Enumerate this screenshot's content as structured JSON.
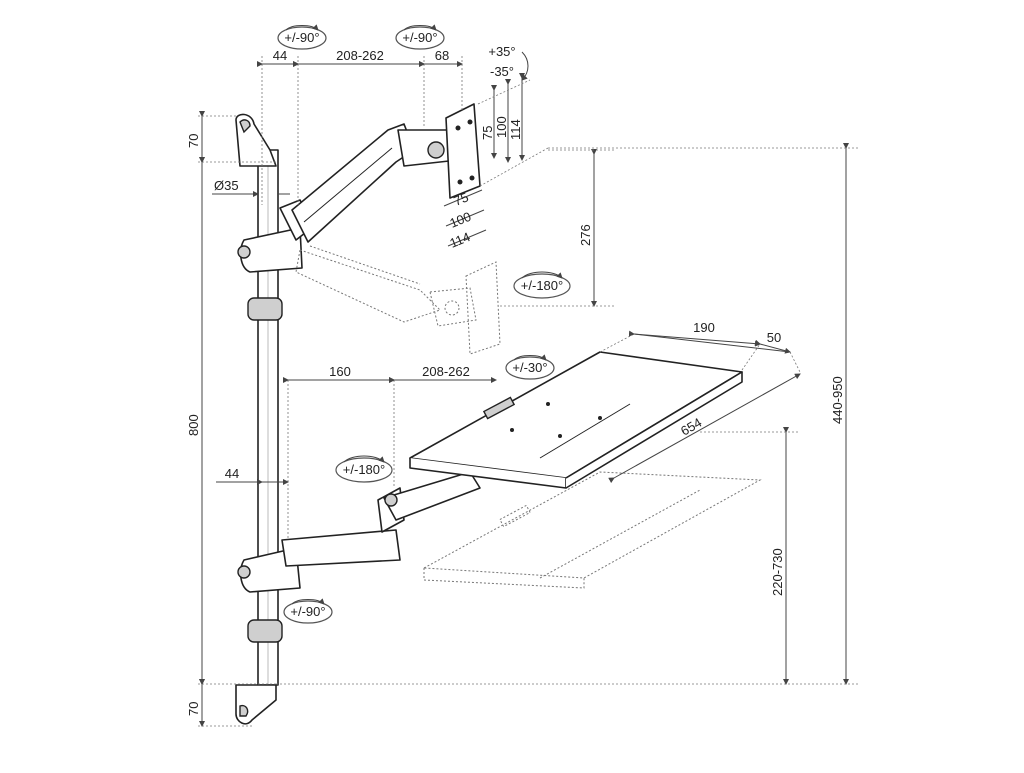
{
  "rotations": {
    "monitor_arm_joint_1": "+/-90°",
    "monitor_arm_joint_2": "+/-90°",
    "vesa_rotation": "+/-180°",
    "tilt_up": "+35°",
    "tilt_down": "-35°",
    "keyboard_tray_tilt": "+/-30°",
    "keyboard_arm_joint_1": "+/-180°",
    "keyboard_arm_joint_2": "+/-90°"
  },
  "dimensions": {
    "top_offset": "44",
    "monitor_arm_reach": "208-262",
    "head_depth": "68",
    "vesa_75": "75",
    "vesa_100": "100",
    "vesa_114": "114",
    "vesa_75_bottom": "75",
    "vesa_100_bottom": "100",
    "vesa_114_bottom": "114",
    "pole_diameter": "Ø35",
    "top_bracket": "70",
    "bottom_bracket": "70",
    "pole_height": "800",
    "monitor_vertical": "276",
    "keyboard_offset": "160",
    "keyboard_arm_reach": "208-262",
    "tray_depth": "190",
    "mouse_pad": "50",
    "tray_width": "654",
    "lower_offset": "44",
    "tray_height_range": "220-730",
    "total_height_range": "440-950"
  }
}
